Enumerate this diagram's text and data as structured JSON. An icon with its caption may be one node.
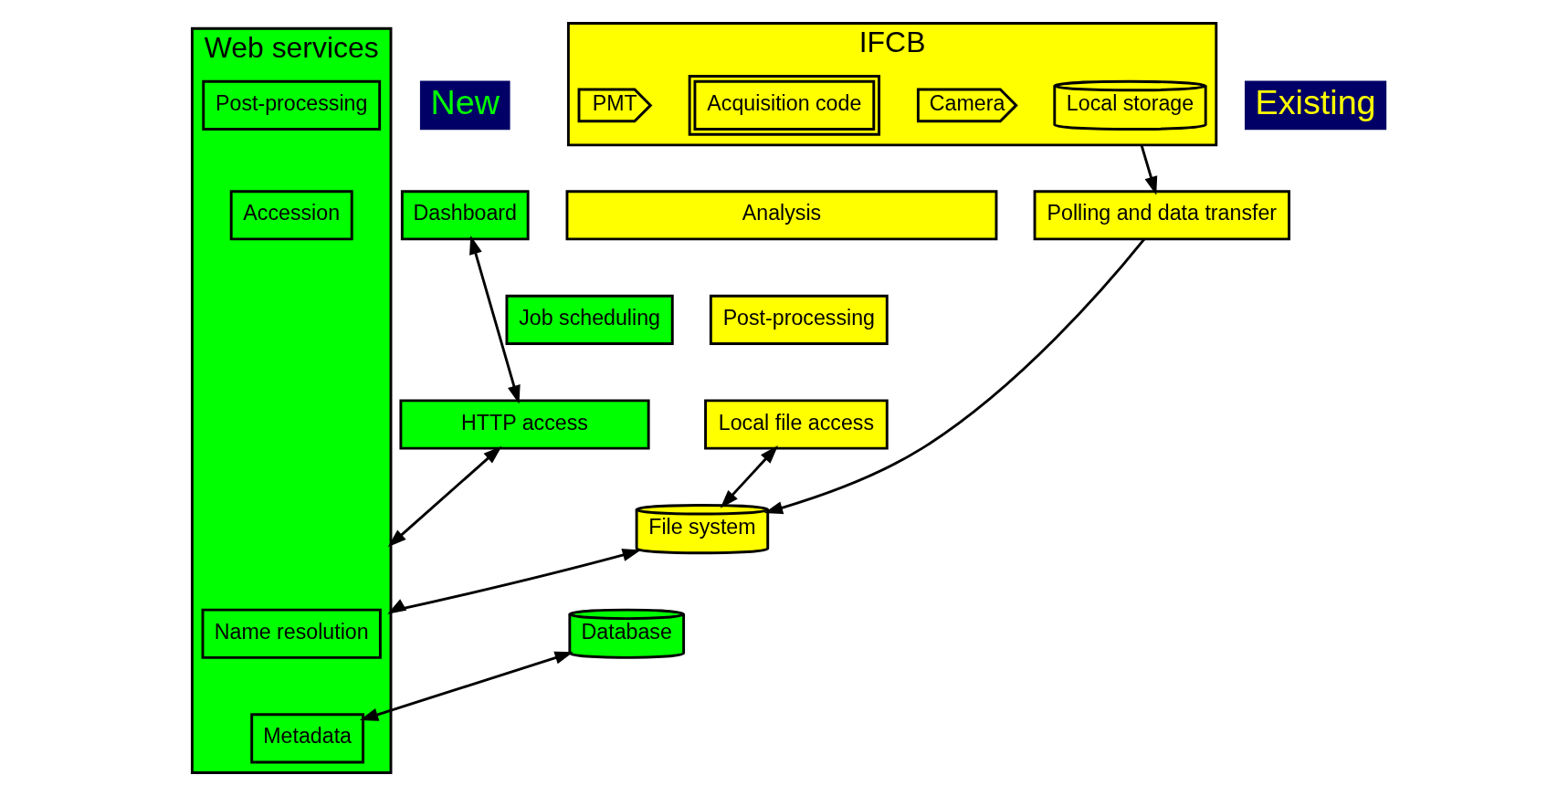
{
  "diagram": {
    "nodes": [
      {
        "text": [
          "Polling and data transfer"
        ]
      },
      {
        "text": [
          "IFCB"
        ]
      },
      {
        "text": [
          "Local storage"
        ],
        "in": 1
      },
      {
        "text": [
          "Camera"
        ],
        "in": 1
      },
      {
        "text": [
          "Acquisition code"
        ],
        "in": 1
      },
      {
        "text": [
          "PMT"
        ],
        "in": 1
      },
      {
        "text": [
          "Analysis"
        ]
      },
      {
        "text": [
          "Post-processing"
        ]
      },
      {
        "text": [
          "Job scheduling"
        ]
      },
      {
        "text": [
          "Dashboard"
        ]
      },
      {
        "text": [
          "Local file access"
        ]
      },
      {
        "text": [
          "HTTP access"
        ]
      },
      {
        "text": [
          "File system"
        ]
      },
      {
        "text": [
          "Web services"
        ]
      },
      {
        "text": [
          "Name resolution"
        ],
        "in": 13
      },
      {
        "text": [
          "Post-processing"
        ],
        "in": 13
      },
      {
        "text": [
          "Database"
        ]
      },
      {
        "text": [
          "Metadata"
        ],
        "in": 13
      },
      {
        "text": [
          "Accession"
        ],
        "in": 13
      }
    ],
    "edges": [
      {
        "from": 1,
        "to": 0,
        "arrow": "to"
      },
      {
        "from": 0,
        "to": 12,
        "arrow": "to"
      },
      {
        "from": 10,
        "to": 12,
        "arrow": "both"
      },
      {
        "from": 9,
        "to": 11,
        "arrow": "both"
      },
      {
        "from": 11,
        "to": 13,
        "arrow": "both"
      },
      {
        "from": 12,
        "to": 13,
        "arrow": "both"
      },
      {
        "from": 16,
        "to": 17,
        "arrow": "both"
      }
    ],
    "labels": [
      "Existing",
      "New"
    ]
  }
}
